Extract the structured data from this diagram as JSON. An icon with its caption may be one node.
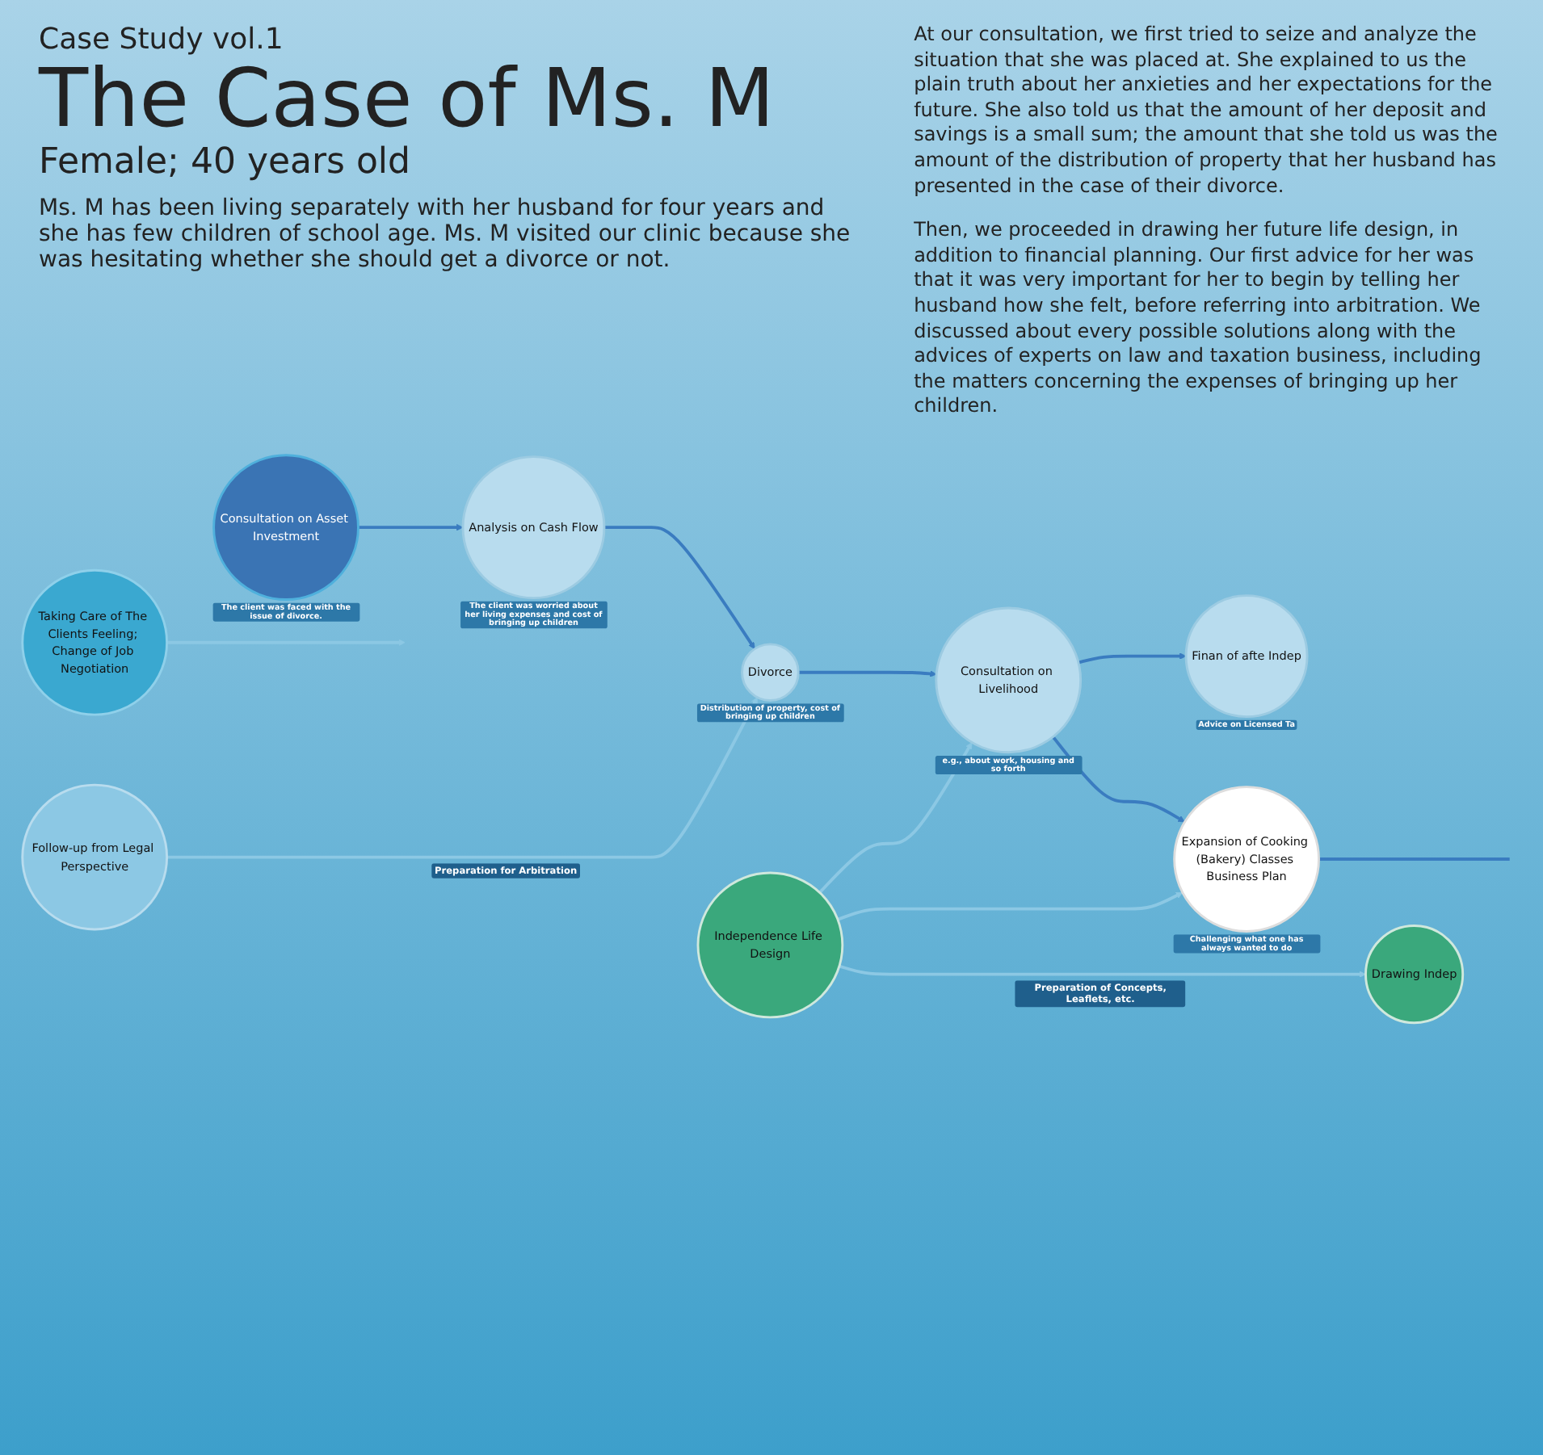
{
  "diagram": {
    "title": "The Case of Ms. M",
    "nodes": [
      {
        "text": [
          "Consultation on Asset Investment"
        ],
        "beside": [
          "The client was faced with the issue of divorce."
        ]
      },
      {
        "text": [
          "Analysis on Cash Flow"
        ],
        "beside": [
          "The client was worried about her living expenses and cost of bringing up children"
        ]
      },
      {
        "text": [
          "Divorce"
        ],
        "beside": [
          "Distribution of property, cost of bringing up children"
        ]
      },
      {
        "text": [
          "Consultation on Livelihood"
        ],
        "beside": [
          "e.g., about work, housing and so forth"
        ]
      },
      {
        "text": [
          "Finan of afte Indep"
        ],
        "beside": [
          "Advice on Licensed Ta"
        ]
      },
      {
        "text": [
          "Taking Care of The Clients Feeling; Change of Job Negotiation"
        ]
      },
      {
        "text": [
          "Expansion of Cooking (Bakery) Classes Business Plan"
        ],
        "beside": [
          "Challenging what one has always wanted to do"
        ]
      },
      {
        "text": [
          "Follow-up from Legal Perspective"
        ]
      },
      {
        "text": [
          "Independence Life Design"
        ]
      },
      {
        "text": [
          "Drawing Indep"
        ]
      }
    ],
    "edges": [
      {
        "from": 0,
        "to": 1,
        "arrow": "to"
      },
      {
        "from": 1,
        "to": 2,
        "arrow": "to"
      },
      {
        "from": 2,
        "to": 3,
        "arrow": "to"
      },
      {
        "from": 3,
        "to": 4,
        "arrow": "to"
      },
      {
        "from": 3,
        "to": 6,
        "arrow": "to"
      },
      {
        "from": 5,
        "to": null,
        "arrow": "to",
        "color": "#8cc8e4"
      },
      {
        "from": 7,
        "to": 2,
        "arrow": "to",
        "label": "Preparation for Arbitration",
        "color": "#8cc8e4"
      },
      {
        "from": 8,
        "to": 3,
        "arrow": "to",
        "color": "#8cc8e4"
      },
      {
        "from": 8,
        "to": 6,
        "arrow": "to",
        "color": "#8cc8e4"
      },
      {
        "from": 8,
        "to": 9,
        "arrow": "to",
        "label": "Preparation of Concepts, Leaflets, etc.",
        "color": "#8cc8e4"
      },
      {
        "from": 6,
        "to": null,
        "arrow": "none"
      }
    ],
    "labels": [
      "Case Study vol.1",
      "Female; 40 years old",
      "Ms. M has been living separately with her husband for four years and she has few children of school age. Ms. M visited our clinic because she was hesitating whether she should get a divorce or not.",
      "At our consultation, we first tried to seize and analyze the situation that she was placed at.  She explained to us the plain truth about her anxieties and her expectations for the future.  She also told us that the amount of her deposit and savings is a small sum; the amount that she told us was the amount of the distribution of property that her husband has presented in the case of their divorce.",
      "Then, we proceeded in drawing her future life design, in addition to financial planning. Our first advice for her was that it was very important for her to begin by telling her husband how she felt, before referring into arbitration.  We discussed about every possible solutions along with the advices of experts on law and taxation business, including the matters concerning the expenses of bringing up her children."
    ]
  }
}
